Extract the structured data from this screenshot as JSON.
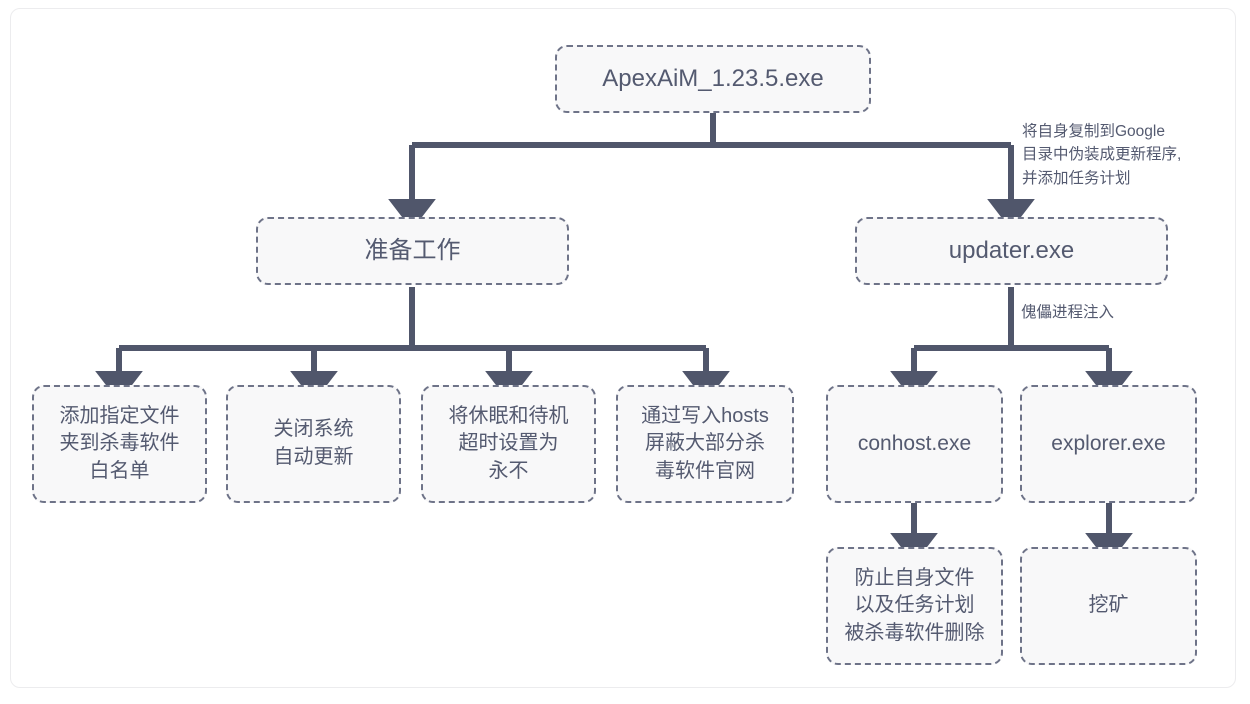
{
  "diagram": {
    "title": "ApexAiM_1.23.5.exe malware behavior flowchart",
    "colors": {
      "node_fill": "#f8f8f9",
      "node_border": "#6e7388",
      "text": "#545a70",
      "arrow": "#50566b",
      "page_border": "#ececee",
      "background": "#ffffff"
    },
    "nodes": {
      "root": {
        "label": "ApexAiM_1.23.5.exe"
      },
      "prep": {
        "label": "准备工作"
      },
      "updater": {
        "label": "updater.exe"
      },
      "prep_children": [
        {
          "label": "添加指定文件\n夹到杀毒软件\n白名单"
        },
        {
          "label": "关闭系统\n自动更新"
        },
        {
          "label": "将休眠和待机\n超时设置为\n永不"
        },
        {
          "label": "通过写入hosts\n屏蔽大部分杀\n毒软件官网"
        }
      ],
      "injected": [
        {
          "label": "conhost.exe"
        },
        {
          "label": "explorer.exe"
        }
      ],
      "payloads": [
        {
          "label": "防止自身文件\n以及任务计划\n被杀毒软件删除"
        },
        {
          "label": "挖矿"
        }
      ]
    },
    "edge_labels": {
      "to_updater": "将自身复制到Google\n目录中伪装成更新程序,\n并添加任务计划",
      "to_processes": "傀儡进程注入"
    }
  }
}
